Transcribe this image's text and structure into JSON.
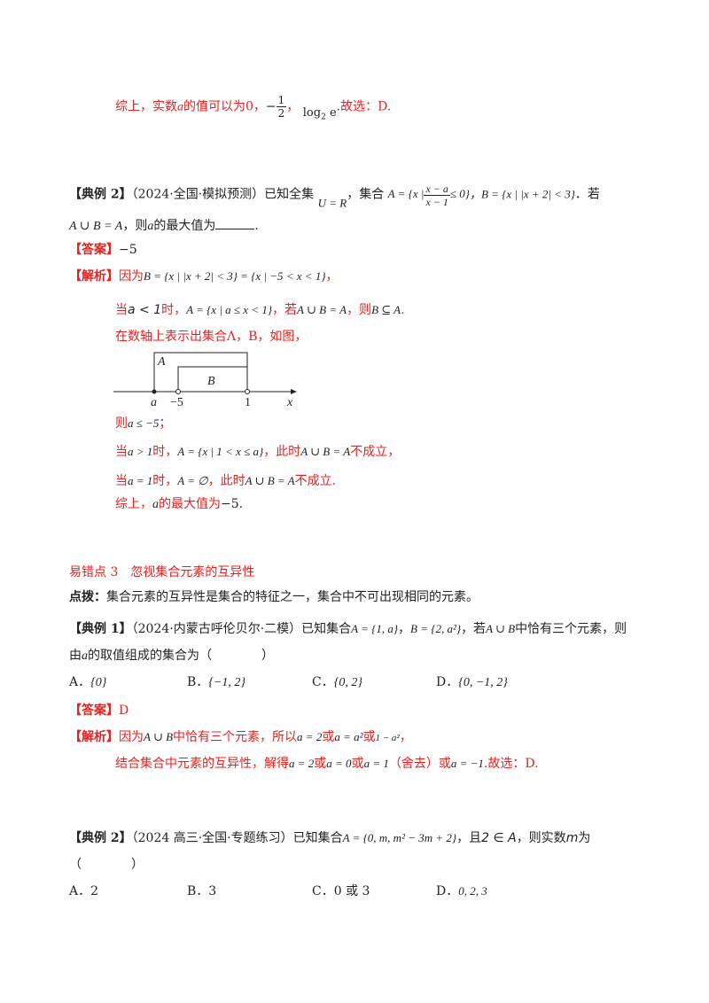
{
  "block1": {
    "summary_prefix": "综上，实数",
    "summary_var": "a",
    "summary_mid": "的值可以为0，",
    "frac_sign": "−",
    "frac_num": "1",
    "frac_den": "2",
    "summary_sep": "，",
    "summary_log": "log",
    "summary_log_base": "2",
    "summary_log_arg": "e",
    "summary_end": ".故选：D."
  },
  "example2": {
    "tag": "【典例 2】",
    "source": "（2024·全国·模拟预测）已知全集",
    "universe": "U = R",
    "set_prefix": "，集合",
    "setA_left": "A = {x |",
    "setA_num": "x − a",
    "setA_den": "x − 1",
    "setA_right": "≤ 0}",
    "setB": "，B = {x | |x + 2| < 3}",
    "tail": "．若",
    "line2_math": "A ∪ B = A",
    "line2_text": "，则",
    "line2_var": "a",
    "line2_text2": "的最大值为",
    "line2_end": ".",
    "answer_tag": "【答案】",
    "answer_value": "−5",
    "analysis_tag": "【解析】",
    "analysis_line1_a": "因为",
    "analysis_line1_math": "B = {x | |x + 2| < 3} = {x | −5 < x < 1}",
    "analysis_line1_end": "，",
    "case1_a": "当",
    "case1_math": "a < 1",
    "case1_b": "时，",
    "case1_set": "A = {x | a ≤ x < 1}",
    "case1_c": "，若",
    "case1_cond": "A ∪ B = A",
    "case1_d": "，则",
    "case1_sub": "B ⊆ A",
    "case1_e": ".",
    "numline_text": "在数轴上表示出集合Λ，B，如图，",
    "diagram": {
      "label_A": "A",
      "label_B": "B",
      "tick_a": "a",
      "tick_m5": "−5",
      "tick_1": "1",
      "axis_x": "x"
    },
    "result1": "则",
    "result1_math": "a ≤ −5",
    "result1_end": "；",
    "case2_a": "当",
    "case2_math": "a > 1",
    "case2_b": "时，",
    "case2_set": "A = {x | 1 < x ≤ a}",
    "case2_c": "，此时",
    "case2_cond": "A ∪ B = A",
    "case2_d": "不成立，",
    "case3_a": "当",
    "case3_math": "a = 1",
    "case3_b": "时，",
    "case3_set": "A = ∅",
    "case3_c": "，此时",
    "case3_cond": "A ∪ B = A",
    "case3_d": "不成立.",
    "final_a": "综上，",
    "final_var": "a",
    "final_b": "的最大值为",
    "final_val": "−5",
    "final_end": "."
  },
  "section3": {
    "title": "易错点 3　忽视集合元素的互异性",
    "tip_label": "点拨：",
    "tip_text": "集合元素的互异性是集合的特征之一，集合中不可出现相同的元素。"
  },
  "example1b": {
    "tag": "【典例 1】",
    "source": "（2024·内蒙古呼伦贝尔·二模）已知集合",
    "setA": "A = {1, a}",
    "sep": "，",
    "setB": "B = {2, a²}",
    "mid": "，若",
    "union": "A ∪ B",
    "tail": "中恰有三个元素，则",
    "line2_a": "由",
    "line2_var": "a",
    "line2_b": "的取值组成的集合为（　　　　）",
    "options": [
      {
        "label": "A．",
        "value": "{0}"
      },
      {
        "label": "B．",
        "value": "{−1, 2}"
      },
      {
        "label": "C．",
        "value": "{0, 2}"
      },
      {
        "label": "D．",
        "value": "{0, −1, 2}"
      }
    ],
    "answer_tag": "【答案】",
    "answer_value": "D",
    "analysis_tag": "【解析】",
    "an1_a": "因为",
    "an1_union": "A ∪ B",
    "an1_b": "中恰有三个元素，所以",
    "an1_c1": "a = 2",
    "an1_or1": "或",
    "an1_c2": "a = a²",
    "an1_or2": "或",
    "an1_c3": "1 − a²",
    "an1_end": "，",
    "an2_a": "结合集合中元素的互异性，解得",
    "an2_c1": "a = 2",
    "an2_or1": "或",
    "an2_c2": "a = 0",
    "an2_or2": "或",
    "an2_c3": "a = 1",
    "an2_note": "（舍去）或",
    "an2_c4": "a = −1",
    "an2_end": ".故选：D."
  },
  "example2b": {
    "tag": "【典例 2】",
    "source": "（2024 高三·全国·专题练习）已知集合",
    "setA": "A = {0, m, m² − 3m + 2}",
    "mid": "，且",
    "cond": "2 ∈ A",
    "tail": "，则实数",
    "var": "m",
    "end": "为",
    "line2": "（　　　　）",
    "options": [
      {
        "label": "A．",
        "value": "2"
      },
      {
        "label": "B．",
        "value": "3"
      },
      {
        "label": "C．",
        "value": "0 或 3"
      },
      {
        "label": "D．",
        "value": "0, 2, 3"
      }
    ]
  }
}
